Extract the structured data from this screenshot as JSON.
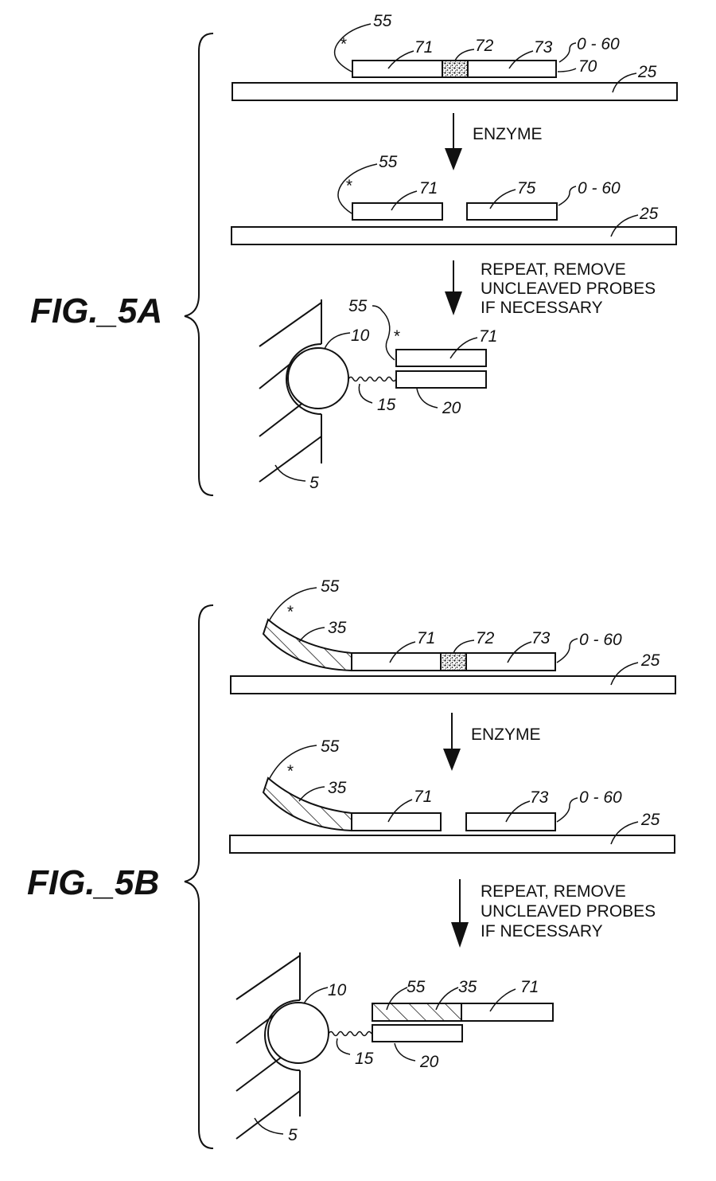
{
  "fig_a": {
    "label": "FIG._5A",
    "step1": {
      "r55": "55",
      "r71": "71",
      "r72": "72",
      "r73": "73",
      "r060": "0 - 60",
      "r70": "70",
      "r25": "25",
      "star": "*"
    },
    "enzyme": "ENZYME",
    "step2": {
      "r55": "55",
      "r71": "71",
      "r75": "75",
      "r060": "0 - 60",
      "r25": "25",
      "star": "*"
    },
    "repeat": [
      "REPEAT, REMOVE",
      "UNCLEAVED PROBES",
      "IF NECESSARY"
    ],
    "step3": {
      "r55": "55",
      "r10": "10",
      "r71": "71",
      "r15": "15",
      "r20": "20",
      "r5": "5",
      "star": "*"
    }
  },
  "fig_b": {
    "label": "FIG._5B",
    "step1": {
      "r55": "55",
      "r35": "35",
      "r71": "71",
      "r72": "72",
      "r73": "73",
      "r060": "0 - 60",
      "r25": "25",
      "star": "*"
    },
    "enzyme": "ENZYME",
    "step2": {
      "r55": "55",
      "r35": "35",
      "r71": "71",
      "r73": "73",
      "r060": "0 - 60",
      "r25": "25",
      "star": "*"
    },
    "repeat": [
      "REPEAT, REMOVE",
      "UNCLEAVED PROBES",
      "IF NECESSARY"
    ],
    "step3": {
      "r10": "10",
      "r55": "55",
      "r35": "35",
      "r71": "71",
      "r15": "15",
      "r20": "20",
      "r5": "5"
    }
  }
}
